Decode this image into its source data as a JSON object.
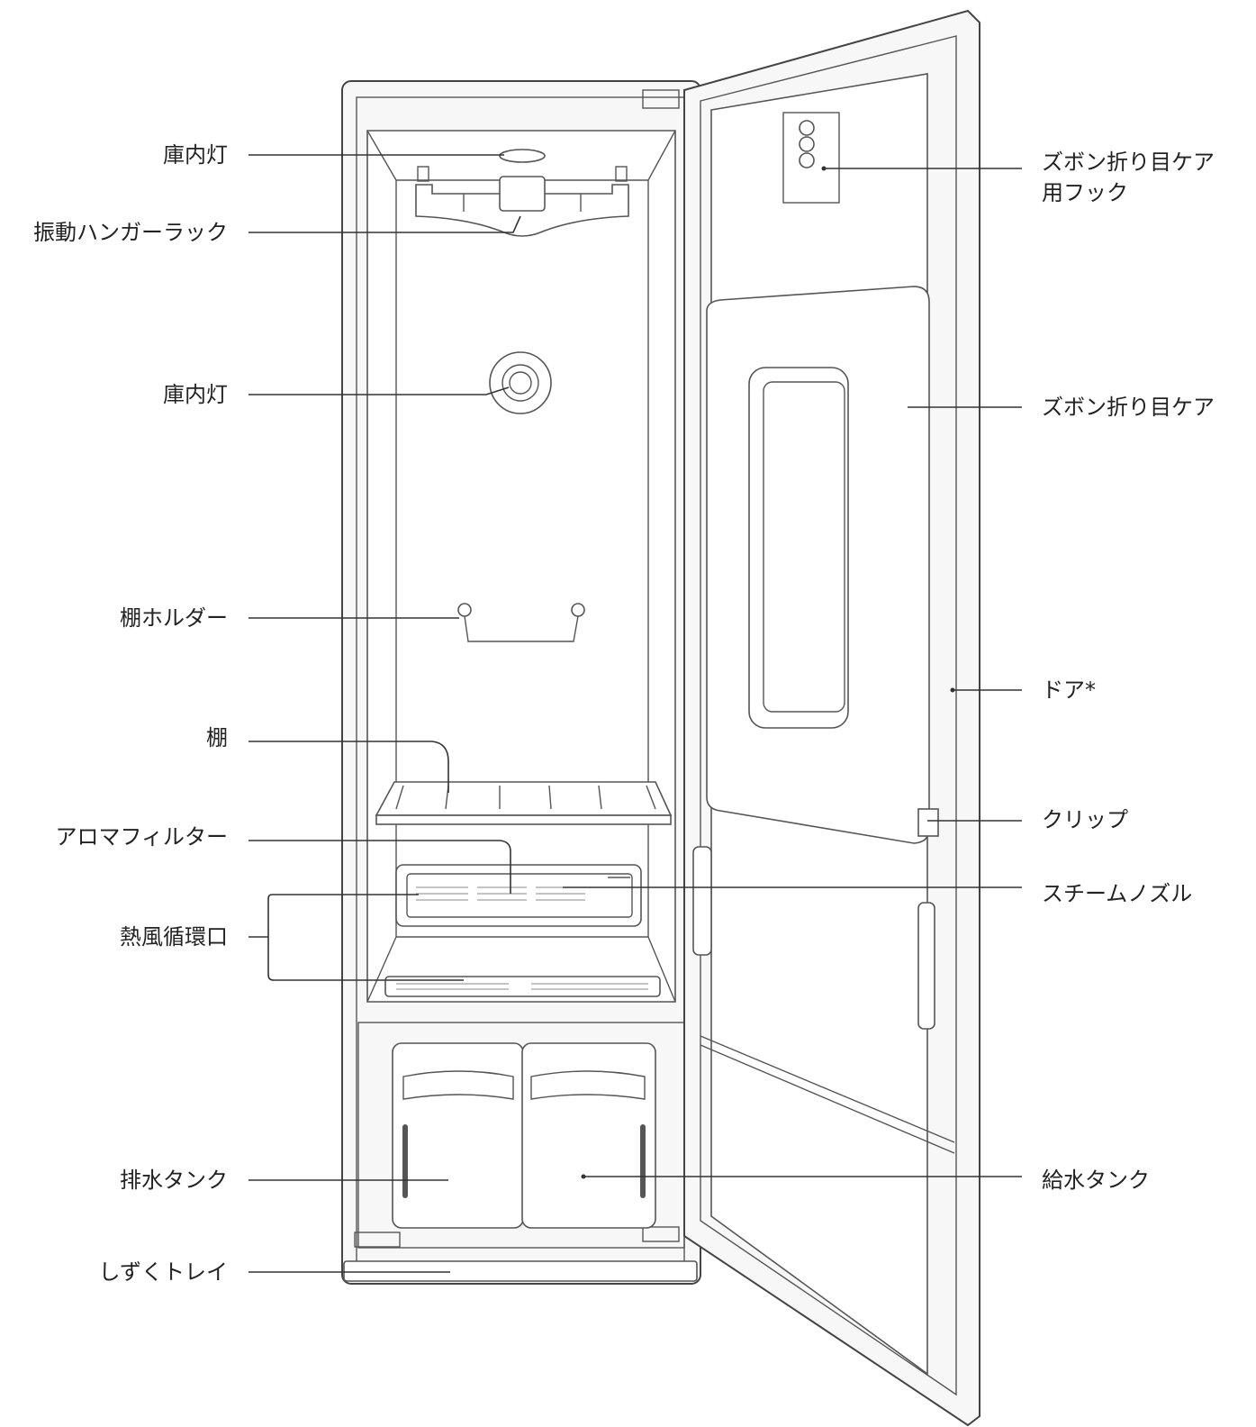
{
  "labels": {
    "interior_light_top": "庫内灯",
    "vibrating_hanger_rack": "振動ハンガーラック",
    "interior_light_mid": "庫内灯",
    "shelf_holder": "棚ホルダー",
    "shelf": "棚",
    "aroma_filter": "アロマフィルター",
    "hot_air_vent": "熱風循環口",
    "drain_tank": "排水タンク",
    "drip_tray": "しずくトレイ",
    "pants_hook_line1": "ズボン折り目ケア",
    "pants_hook_line2": "用フック",
    "pants_crease_care": "ズボン折り目ケア",
    "door": "ドア*",
    "clip": "クリップ",
    "steam_nozzle": "スチームノズル",
    "water_supply_tank": "給水タンク"
  },
  "colors": {
    "line": "#333333",
    "cabinet_fill": "#f7f7f7",
    "label_text": "#222222"
  }
}
